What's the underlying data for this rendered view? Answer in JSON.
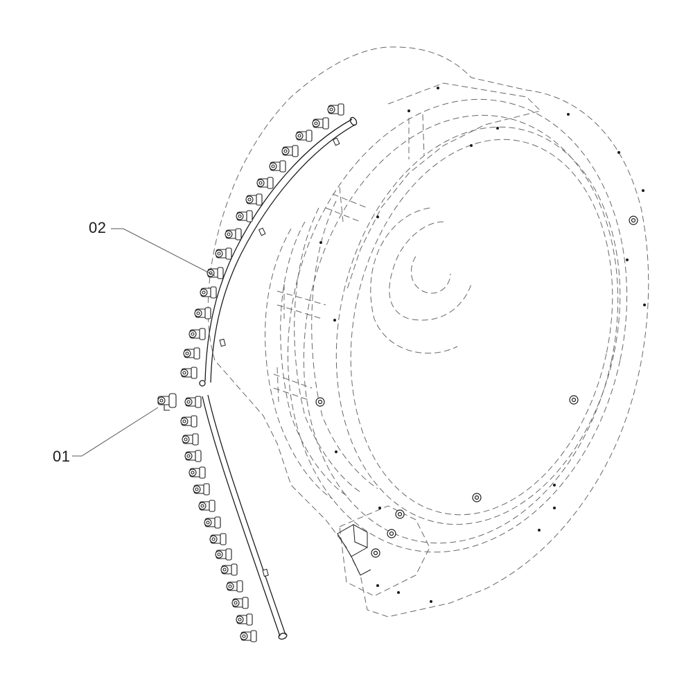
{
  "callouts": [
    {
      "id": "02",
      "label": "02"
    },
    {
      "id": "01",
      "label": "01"
    }
  ],
  "colors": {
    "line": "#1a1a1a",
    "dashed": "#666666",
    "background": "#ffffff"
  }
}
